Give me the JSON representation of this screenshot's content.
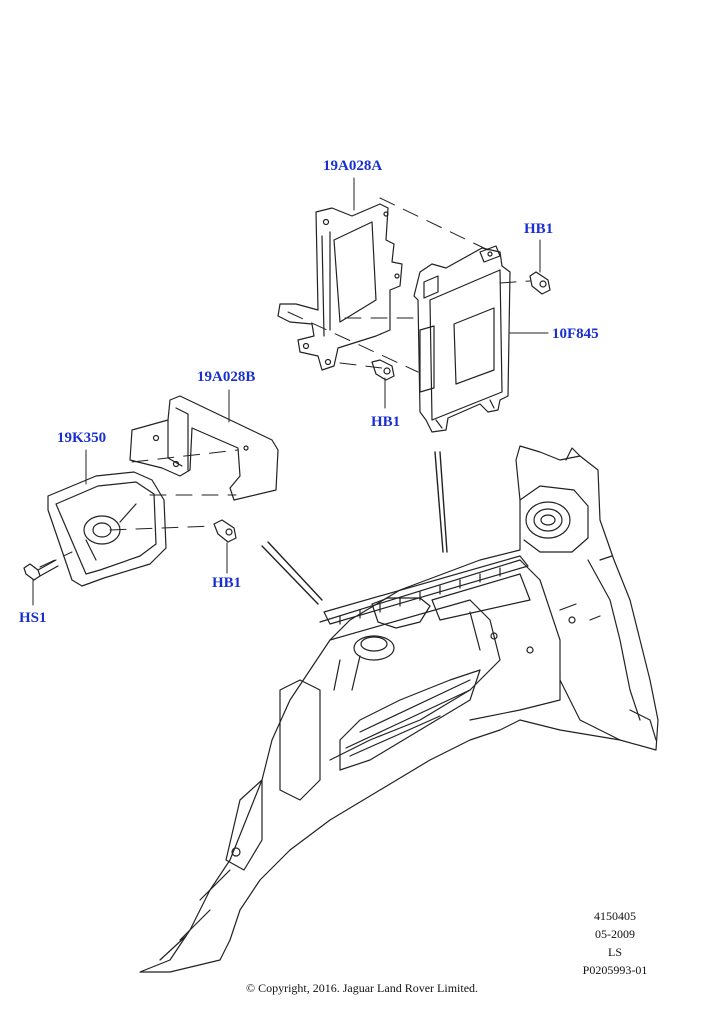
{
  "callouts": {
    "bracket_a": "19A028A",
    "hb1_top_right": "HB1",
    "module": "10F845",
    "hb1_module": "HB1",
    "bracket_b": "19A028B",
    "camera_cover": "19K350",
    "hb1_lower": "HB1",
    "hs1": "HS1"
  },
  "reference": {
    "code": "4150405",
    "date": "05-2009",
    "initials": "LS",
    "part_ref": "P0205993-01"
  },
  "copyright": "© Copyright, 2016. Jaguar Land Rover Limited.",
  "colors": {
    "callout": "#1a2fd0",
    "line": "#222222"
  }
}
